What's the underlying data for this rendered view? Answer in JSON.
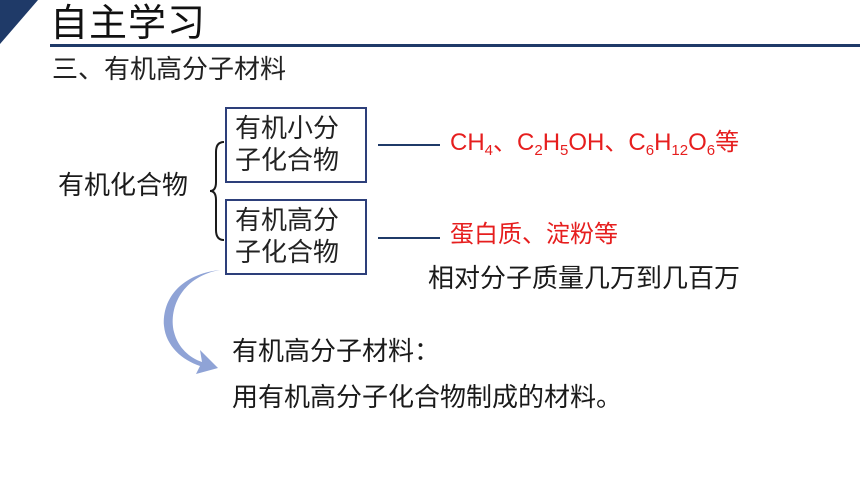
{
  "header": {
    "title": "自主学习"
  },
  "section": {
    "heading": "三、有机高分子材料"
  },
  "tree": {
    "root_label": "有机化合物",
    "small_box": {
      "line1": "有机小分",
      "line2": "子化合物"
    },
    "high_box": {
      "line1": "有机高分",
      "line2": "子化合物"
    }
  },
  "examples": {
    "small": {
      "ch4_c": "CH",
      "ch4_sub": "4",
      "sep1": "、",
      "eth_c": "C",
      "eth_sub1": "2",
      "eth_h": "H",
      "eth_sub2": "5",
      "eth_oh": "OH",
      "sep2": "、",
      "glu_c": "C",
      "glu_sub1": "6",
      "glu_h": "H",
      "glu_sub2": "12",
      "glu_o": "O",
      "glu_sub3": "6",
      "suffix": "等"
    },
    "high": "蛋白质、淀粉等",
    "mass_note": "相对分子质量几万到几百万"
  },
  "definition": {
    "title": "有机高分子材料：",
    "text": "用有机高分子化合物制成的材料。"
  },
  "colors": {
    "accent": "#1f3a68",
    "highlight": "#e61e1e",
    "arrow": "#8fa3d6"
  }
}
